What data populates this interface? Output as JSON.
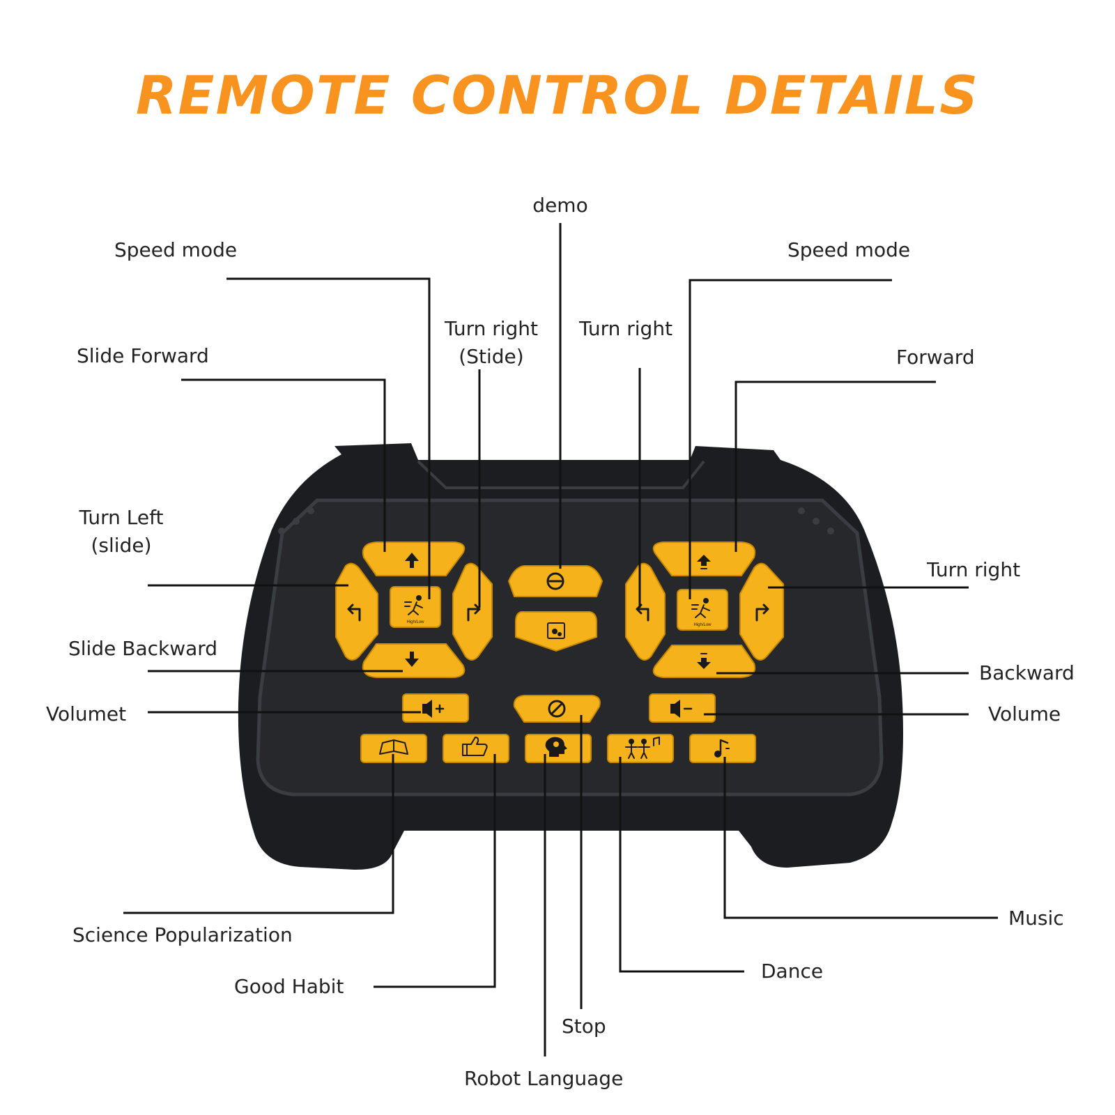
{
  "title": "REMOTE CONTROL DETAILS",
  "labels": {
    "demo": "demo",
    "speed_mode_left": "Speed mode",
    "speed_mode_right": "Speed mode",
    "turn_right_stide_1": "Turn right",
    "turn_right_stide_2": "(Stide)",
    "turn_right_center": "Turn right",
    "slide_forward": "Slide Forward",
    "forward": "Forward",
    "turn_left_slide_1": "Turn Left",
    "turn_left_slide_2": "(slide)",
    "turn_right_side": "Turn right",
    "slide_backward": "Slide Backward",
    "backward": "Backward",
    "volumet": "Volumet",
    "volume": "Volume",
    "science": "Science Popularization",
    "good_habit": "Good Habit",
    "stop": "Stop",
    "robot_language": "Robot Language",
    "dance": "Dance",
    "music": "Music"
  },
  "button_text": {
    "high_low": "High/Low"
  },
  "colors": {
    "title": "#f7931e",
    "button": "#f6b21b",
    "body": "#1b1d20",
    "line": "#111111"
  }
}
